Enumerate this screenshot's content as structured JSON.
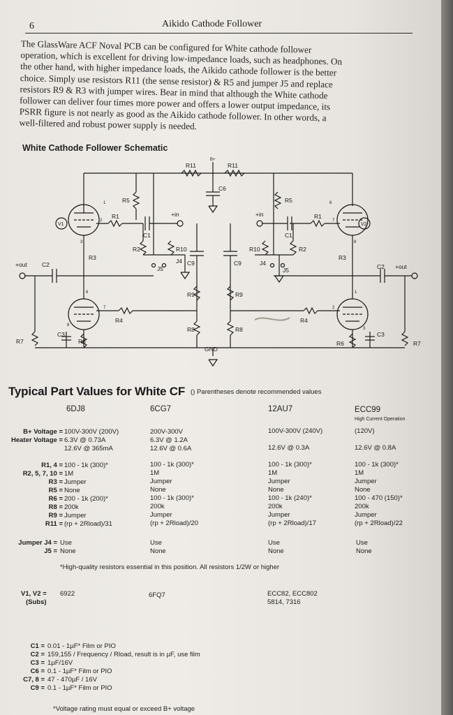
{
  "header": {
    "page_number": "6",
    "running_title": "Aikido Cathode Follower"
  },
  "intro_lines": [
    "The GlassWare ACF Noval PCB can be configured for White cathode follower",
    "operation, which is excellent for driving low-impedance loads, such as headphones. On",
    "the other hand, with higher impedance loads, the Aikido cathode follower is the better",
    "choice. Simply use resistors R11 (the sense resistor) & R5 and jumper J5 and replace",
    "resistors R9 & R3 with jumper wires. Bear in mind that although the White cathode",
    "follower can deliver four times more power and offers a lower output impedance, its",
    "PSRR figure is not nearly as good as the Aikido cathode follower. In other words, a",
    "well-filtered and robust power supply is needed."
  ],
  "schematic": {
    "title": "White Cathode Follower Schematic",
    "labels": {
      "bplus": "B+",
      "gnd": "GND",
      "r11": "R11",
      "c6": "C6",
      "r5": "R5",
      "r1": "R1",
      "in": "+in",
      "c1": "C1",
      "r2": "R2",
      "r10": "R10",
      "r3": "R3",
      "j4": "J4",
      "j5": "J5",
      "c9": "C9",
      "out": "+out",
      "c2": "C2",
      "r9": "R9",
      "r4": "R4",
      "r8": "R8",
      "c3": "C3",
      "r6": "R6",
      "r7": "R7",
      "v1": "V1",
      "v2": "V2",
      "p1": "1",
      "p2": "2",
      "p3": "3",
      "p6": "6",
      "p7": "7",
      "p8": "8"
    }
  },
  "parts": {
    "title": "Typical Part Values for White CF",
    "note": "() Parentheses denote recommended values",
    "tubes": [
      "6DJ8",
      "6CG7",
      "12AU7",
      "ECC99"
    ],
    "tube_note": "High Current Operation",
    "rows": {
      "bplus": {
        "label": "B+ Voltage =",
        "values": [
          "100V-300V (200V)",
          "200V-300V",
          "100V-300V (240V)",
          "(120V)"
        ]
      },
      "heater1": {
        "label": "Heater Voltage =",
        "values": [
          "6.3V @ 0.73A",
          "6.3V @ 1.2A",
          "",
          ""
        ]
      },
      "heater2": {
        "label": "",
        "values": [
          "12.6V @ 365mA",
          "12.6V @ 0.6A",
          "12.6V @ 0.3A",
          "12.6V @ 0.8A"
        ]
      },
      "r1": {
        "label": "R1, 4 =",
        "values": [
          "100 - 1k (300)*",
          "100 - 1k (300)*",
          "100 - 1k (300)*",
          "100 - 1k (300)*"
        ]
      },
      "r2": {
        "label": "R2, 5, 7, 10 =",
        "values": [
          "1M",
          "1M",
          "1M",
          "1M"
        ]
      },
      "r3": {
        "label": "R3 =",
        "values": [
          "Jumper",
          "Jumper",
          "Jumper",
          "Jumper"
        ]
      },
      "r5": {
        "label": "R5 =",
        "values": [
          "None",
          "None",
          "None",
          "None"
        ]
      },
      "r6": {
        "label": "R6 =",
        "values": [
          "200 - 1k (200)*",
          "100 - 1k (300)*",
          "100 - 1k (240)*",
          "100 - 470 (150)*"
        ]
      },
      "r8": {
        "label": "R8 =",
        "values": [
          "200k",
          "200k",
          "200k",
          "200k"
        ]
      },
      "r9": {
        "label": "R9 =",
        "values": [
          "Jumper",
          "Jumper",
          "Jumper",
          "Jumper"
        ]
      },
      "r11": {
        "label": "R11 =",
        "values": [
          "(rp + 2Rload)/31",
          "(rp + 2Rload)/20",
          "(rp + 2Rload)/17",
          "(rp + 2Rload)/22"
        ]
      },
      "j4": {
        "label": "Jumper J4 =",
        "values": [
          "Use",
          "Use",
          "Use",
          "Use"
        ]
      },
      "j5": {
        "label": "J5 =",
        "values": [
          "None",
          "None",
          "None",
          "None"
        ]
      }
    },
    "resistor_note": "*High-quality resistors essential in this position.  All resistors 1/2W or higher",
    "subs": {
      "label": "V1, V2 =",
      "label2": "(Subs)",
      "values": [
        "6922",
        "6FQ7",
        "ECC82, ECC802",
        "5814, 7316"
      ]
    },
    "caps": [
      {
        "label": "C1 =",
        "value": "0.01 - 1µF* Film or PIO"
      },
      {
        "label": "C2 =",
        "value": "159,155 / Frequency / Rload, result is in µF, use film"
      },
      {
        "label": "C3 =",
        "value": "1µF/16V"
      },
      {
        "label": "C6 =",
        "value": "0.1 - 1µF* Film or PIO"
      },
      {
        "label": "C7, 8 =",
        "value": "47 - 470µF / 16V"
      },
      {
        "label": "C9 =",
        "value": "0.1 - 1µF* Film or PIO"
      }
    ],
    "voltage_note": "*Voltage rating must equal or exceed B+ voltage"
  }
}
